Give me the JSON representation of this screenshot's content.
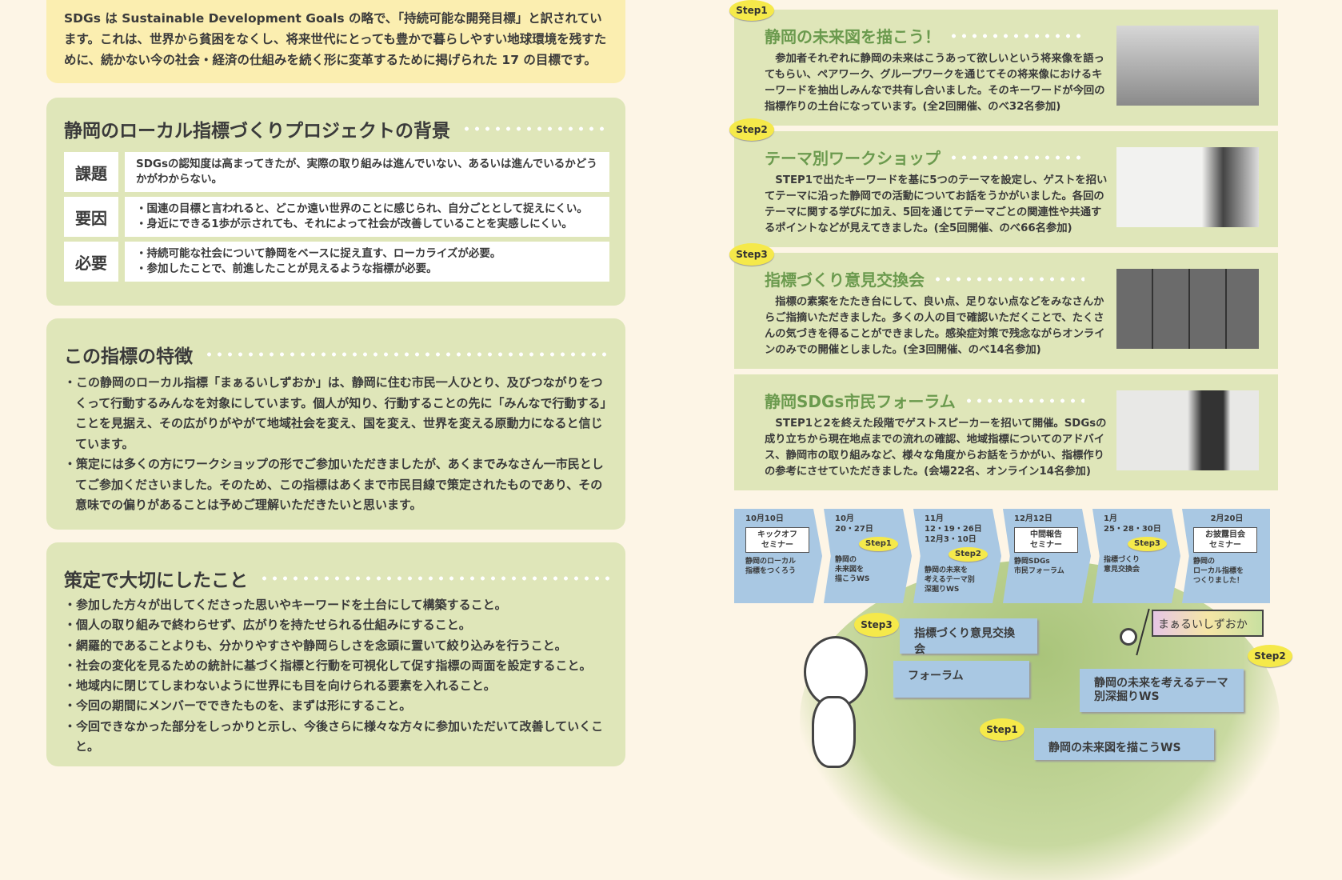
{
  "intro": {
    "text": "SDGs は Sustainable Development Goals の略で、「持続可能な開発目標」と訳されています。これは、世界から貧困をなくし、将来世代にとっても豊かで暮らしやすい地球環境を残すために、続かない今の社会・経済の仕組みを続く形に変革するために掲げられた 17 の目標です。"
  },
  "background": {
    "title": "静岡のローカル指標づくりプロジェクトの背景",
    "rows": [
      {
        "key": "課題",
        "lines": [
          "SDGsの認知度は高まってきたが、実際の取り組みは進んでいない、あるいは進んでいるかどうかがわからない。"
        ]
      },
      {
        "key": "要因",
        "lines": [
          "・国連の目標と言われると、どこか遠い世界のことに感じられ、自分ごととして捉えにくい。",
          "・身近にできる1歩が示されても、それによって社会が改善していることを実感しにくい。"
        ]
      },
      {
        "key": "必要",
        "lines": [
          "・持続可能な社会について静岡をベースに捉え直す、ローカライズが必要。",
          "・参加したことで、前進したことが見えるような指標が必要。"
        ]
      }
    ]
  },
  "features": {
    "title": "この指標の特徴",
    "bullets": [
      "・この静岡のローカル指標「まぁるいしずおか」は、静岡に住む市民一人ひとり、及びつながりをつくって行動するみんなを対象にしています。個人が知り、行動することの先に「みんなで行動する」ことを見据え、その広がりがやがて地域社会を変え、国を変え、世界を変える原動力になると信じています。",
      "・策定には多くの方にワークショップの形でご参加いただきましたが、あくまでみなさん一市民としてご参加くださいました。そのため、この指標はあくまで市民目線で策定されたものであり、その意味での偏りがあることは予めご理解いただきたいと思います。"
    ]
  },
  "principles": {
    "title": "策定で大切にしたこと",
    "bullets": [
      "・参加した方々が出してくださった思いやキーワードを土台にして構築すること。",
      "・個人の取り組みで終わらせず、広がりを持たせられる仕組みにすること。",
      "・網羅的であることよりも、分かりやすさや静岡らしさを念頭に置いて絞り込みを行うこと。",
      "・社会の変化を見るための統計に基づく指標と行動を可視化して促す指標の両面を設定すること。",
      "・地域内に閉じてしまわないように世界にも目を向けられる要素を入れること。",
      "・今回の期間にメンバーでできたものを、まずは形にすること。",
      "・今回できなかった部分をしっかりと示し、今後さらに様々な方々に参加いただいて改善していくこと。"
    ]
  },
  "steps": [
    {
      "badge": "Step1",
      "title": "静岡の未来図を描こう！",
      "text": "参加者それぞれに静岡の未来はこうあって欲しいという将来像を語ってもらい、ペアワーク、グループワークを通じてその将来像におけるキーワードを抽出しみんなで共有し合いました。そのキーワードが今回の指標作りの土台になっています。(全2回開催、のべ32名参加)"
    },
    {
      "badge": "Step2",
      "title": "テーマ別ワークショップ",
      "text": "STEP1で出たキーワードを基に5つのテーマを設定し、ゲストを招いてテーマに沿った静岡での活動についてお話をうかがいました。各回のテーマに関する学びに加え、5回を通じてテーマごとの関連性や共通するポイントなどが見えてきました。(全5回開催、のべ66名参加)"
    },
    {
      "badge": "Step3",
      "title": "指標づくり意見交換会",
      "text": "指標の素案をたたき台にして、良い点、足りない点などをみなさんからご指摘いただきました。多くの人の目で確認いただくことで、たくさんの気づきを得ることができました。感染症対策で残念ながらオンラインのみでの開催としました。(全3回開催、のべ14名参加)"
    },
    {
      "badge": "",
      "title": "静岡SDGs市民フォーラム",
      "text": "STEP1と2を終えた段階でゲストスピーカーを招いて開催。SDGsの成り立ちから現在地点までの流れの確認、地域指標についてのアドバイス、静岡市の取り組みなど、様々な角度からお話をうかがい、指標作りの参考にさせていただきました。(会場22名、オンライン14名参加)"
    }
  ],
  "timeline": [
    {
      "date": "10月10日",
      "box": "キックオフ\nセミナー",
      "caption": "静岡のローカル\n指標をつくろう",
      "badge": ""
    },
    {
      "date": "10月\n20・27日",
      "box": "",
      "caption": "静岡の\n未来図を\n描こうWS",
      "badge": "Step1"
    },
    {
      "date": "11月\n12・19・26日\n12月3・10日",
      "box": "",
      "caption": "静岡の未来を\n考えるテーマ別\n深掘りWS",
      "badge": "Step2"
    },
    {
      "date": "12月12日",
      "box": "中間報告\nセミナー",
      "caption": "静岡SDGs\n市民フォーラム",
      "badge": ""
    },
    {
      "date": "1月\n25・28・30日",
      "box": "",
      "caption": "指標づくり\n意見交換会",
      "badge": "Step3"
    },
    {
      "date": "2月20日",
      "box": "お披露目会\nセミナー",
      "caption": "静岡の\nローカル指標を\nつくりました！",
      "badge": ""
    }
  ],
  "illustration": {
    "flag": "まぁるいしずおか",
    "callouts": [
      {
        "badge": "Step3",
        "text": "指標づくり意見交換会"
      },
      {
        "badge": "",
        "text": "フォーラム"
      },
      {
        "badge": "Step2",
        "text": "静岡の未来を考えるテーマ別深掘りWS"
      },
      {
        "badge": "Step1",
        "text": "静岡の未来図を描こうWS"
      }
    ]
  }
}
